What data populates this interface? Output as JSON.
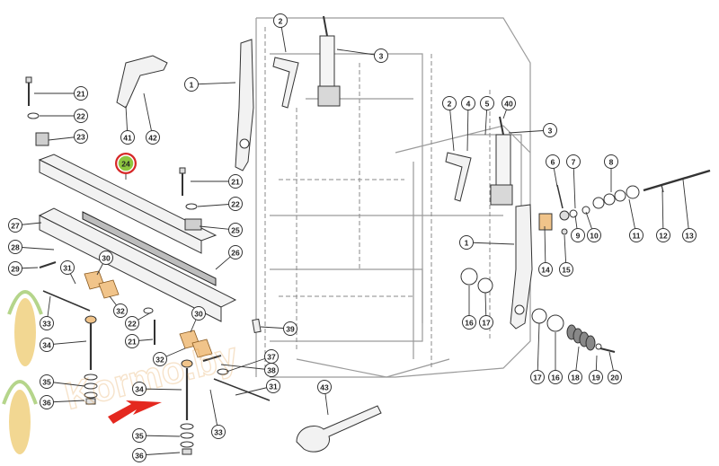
{
  "diagram": {
    "callouts": [
      {
        "label": "1"
      },
      {
        "label": "1"
      },
      {
        "label": "2"
      },
      {
        "label": "2"
      },
      {
        "label": "3"
      },
      {
        "label": "3"
      },
      {
        "label": "4"
      },
      {
        "label": "5"
      },
      {
        "label": "6"
      },
      {
        "label": "7"
      },
      {
        "label": "8"
      },
      {
        "label": "9"
      },
      {
        "label": "10"
      },
      {
        "label": "11"
      },
      {
        "label": "12"
      },
      {
        "label": "13"
      },
      {
        "label": "14"
      },
      {
        "label": "15"
      },
      {
        "label": "16"
      },
      {
        "label": "16"
      },
      {
        "label": "17"
      },
      {
        "label": "17"
      },
      {
        "label": "18"
      },
      {
        "label": "19"
      },
      {
        "label": "20"
      },
      {
        "label": "21"
      },
      {
        "label": "21"
      },
      {
        "label": "21"
      },
      {
        "label": "22"
      },
      {
        "label": "22"
      },
      {
        "label": "22"
      },
      {
        "label": "23"
      },
      {
        "label": "24"
      },
      {
        "label": "25"
      },
      {
        "label": "26"
      },
      {
        "label": "27"
      },
      {
        "label": "28"
      },
      {
        "label": "29"
      },
      {
        "label": "30"
      },
      {
        "label": "30"
      },
      {
        "label": "31"
      },
      {
        "label": "31"
      },
      {
        "label": "32"
      },
      {
        "label": "32"
      },
      {
        "label": "33"
      },
      {
        "label": "33"
      },
      {
        "label": "34"
      },
      {
        "label": "34"
      },
      {
        "label": "35"
      },
      {
        "label": "35"
      },
      {
        "label": "36"
      },
      {
        "label": "36"
      },
      {
        "label": "37"
      },
      {
        "label": "38"
      },
      {
        "label": "39"
      },
      {
        "label": "40"
      },
      {
        "label": "41"
      },
      {
        "label": "42"
      },
      {
        "label": "43"
      }
    ],
    "highlight": {
      "label": "24",
      "fill": "#8dc63f",
      "ring": "#d62828"
    },
    "arrow_color": "#e4281f",
    "watermark": {
      "text": "Kormo.by"
    }
  }
}
